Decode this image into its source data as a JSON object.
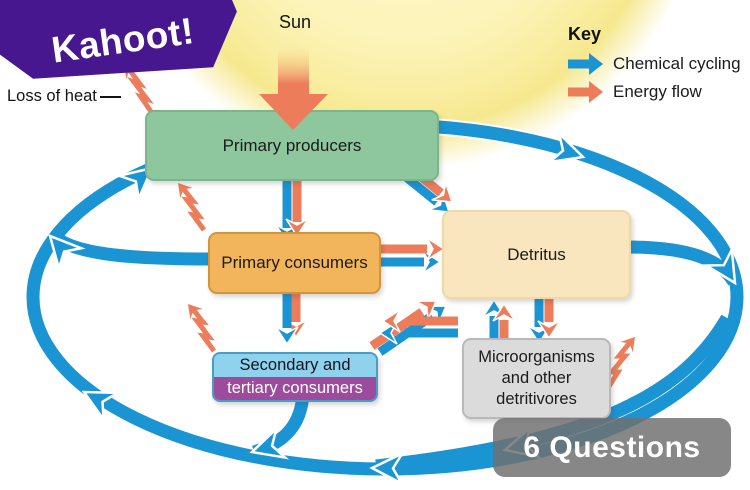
{
  "brand": {
    "logo_text": "Kahoot!"
  },
  "badge": {
    "label": "6 Questions"
  },
  "sun": {
    "label": "Sun"
  },
  "heat": {
    "label": "Loss of heat"
  },
  "key": {
    "title": "Key",
    "items": [
      {
        "label": "Chemical cycling",
        "color": "#1b94d4"
      },
      {
        "label": "Energy flow",
        "color": "#ed7c5b"
      }
    ]
  },
  "boxes": {
    "primary_producers": {
      "label": "Primary producers",
      "color": "#8ec69e"
    },
    "primary_consumers": {
      "label": "Primary consumers",
      "color": "#f2b55c"
    },
    "detritus": {
      "label": "Detritus",
      "color": "#f9e6bf"
    },
    "secondary_tertiary": {
      "line1": "Secondary and",
      "line2": "tertiary consumers",
      "color_top": "#8ed2ee",
      "color_bottom": "#9c4b9d"
    },
    "microorganisms": {
      "line1": "Microorganisms",
      "line2": "and other",
      "line3": "detritivores",
      "color": "#dbdbdb"
    }
  },
  "colors": {
    "chemical_cycling_blue": "#1b94d4",
    "energy_flow_orange": "#ed7c5b",
    "kahoot_purple": "#46178f"
  }
}
